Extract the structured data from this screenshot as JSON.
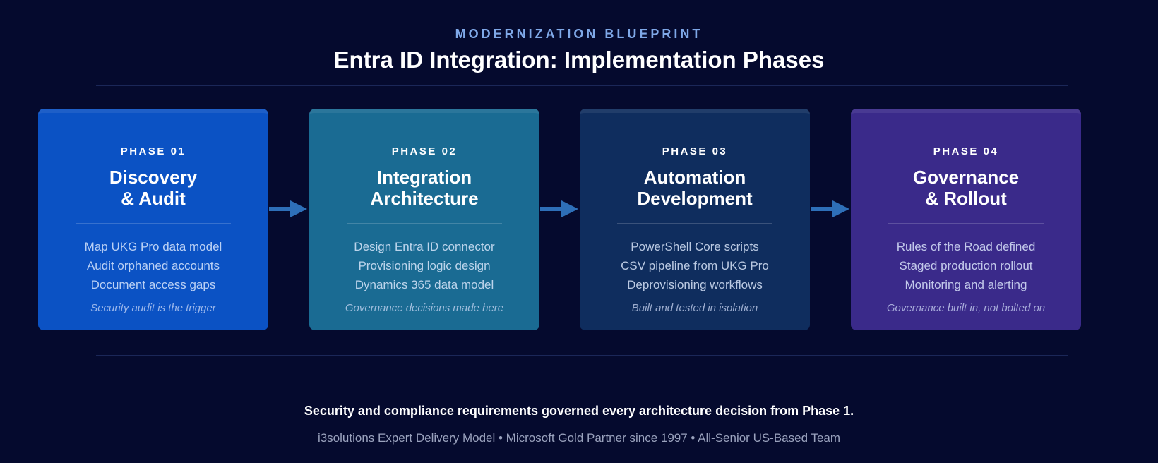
{
  "header": {
    "eyebrow": "MODERNIZATION BLUEPRINT",
    "title": "Entra ID Integration: Implementation Phases"
  },
  "phases": [
    {
      "label": "PHASE 01",
      "name_lines": [
        "Discovery",
        "& Audit"
      ],
      "items": [
        "Map UKG Pro data model",
        "Audit orphaned accounts",
        "Document access gaps"
      ],
      "note": "Security audit is the trigger",
      "color": "#0b52c4"
    },
    {
      "label": "PHASE 02",
      "name_lines": [
        "Integration",
        "Architecture"
      ],
      "items": [
        "Design Entra ID connector",
        "Provisioning logic design",
        "Dynamics 365 data model"
      ],
      "note": "Governance decisions made here",
      "color": "#1a6b93"
    },
    {
      "label": "PHASE 03",
      "name_lines": [
        "Automation",
        "Development"
      ],
      "items": [
        "PowerShell Core scripts",
        "CSV pipeline from UKG Pro",
        "Deprovisioning workflows"
      ],
      "note": "Built and tested in isolation",
      "color": "#0f2d5e"
    },
    {
      "label": "PHASE 04",
      "name_lines": [
        "Governance",
        "& Rollout"
      ],
      "items": [
        "Rules of the Road defined",
        "Staged production rollout",
        "Monitoring and alerting"
      ],
      "note": "Governance built in, not bolted on",
      "color": "#3a2a8a"
    }
  ],
  "footer": {
    "statement": "Security and compliance requirements governed every architecture decision from Phase 1.",
    "credits": "i3solutions Expert Delivery Model • Microsoft Gold Partner since 1997 • All-Senior US-Based Team"
  },
  "colors": {
    "background": "#050a2e",
    "eyebrow": "#7fa8e8",
    "arrow": "#2e6fb8"
  }
}
